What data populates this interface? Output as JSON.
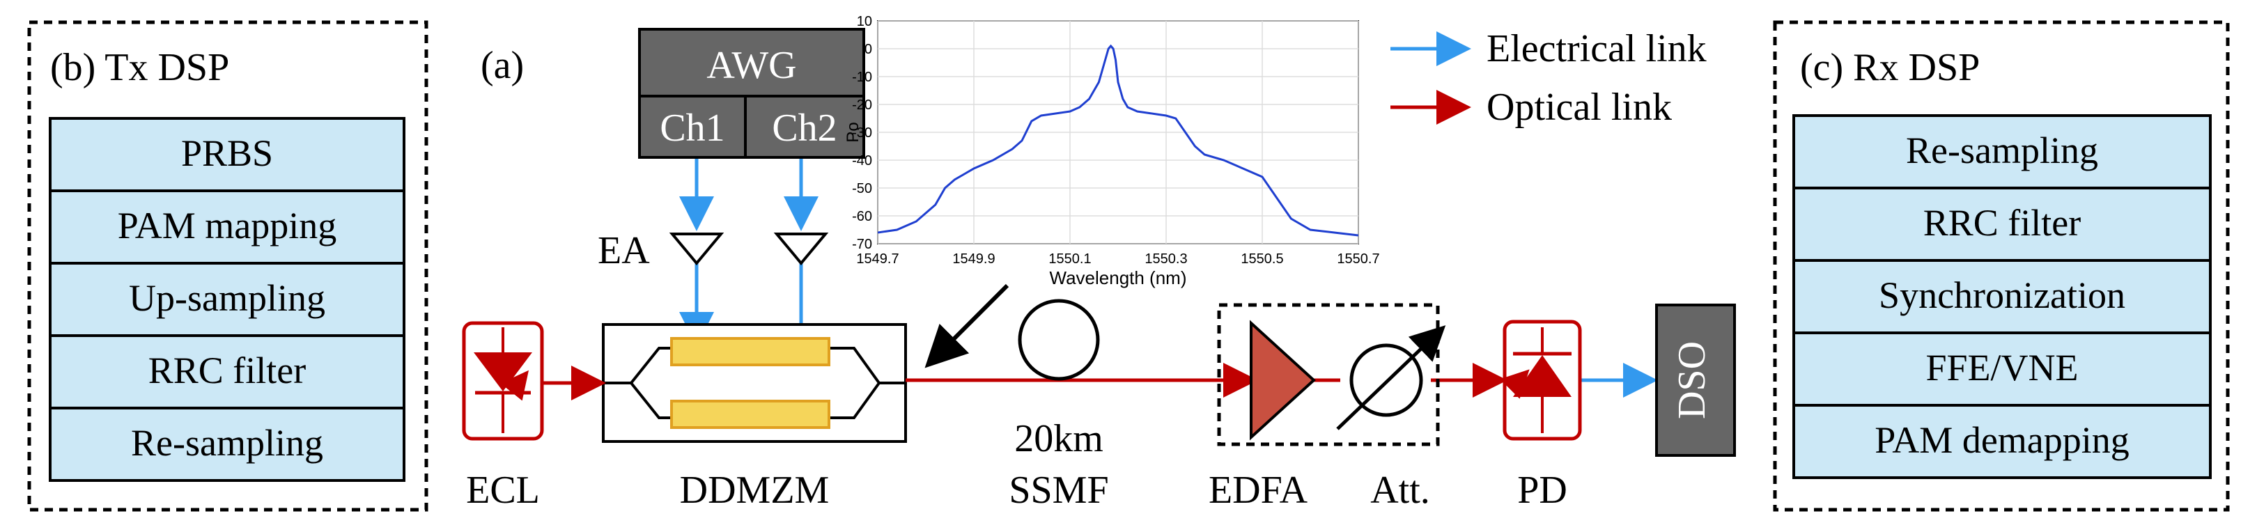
{
  "tx_dsp": {
    "title": "(b) Tx DSP",
    "blocks": [
      "PRBS",
      "PAM mapping",
      "Up-sampling",
      "RRC filter",
      "Re-sampling"
    ]
  },
  "rx_dsp": {
    "title": "(c) Rx DSP",
    "blocks": [
      "Re-sampling",
      "RRC filter",
      "Synchronization",
      "FFE/VNE",
      "PAM demapping"
    ]
  },
  "setup": {
    "panel_label": "(a)",
    "awg": "AWG",
    "ch1": "Ch1",
    "ch2": "Ch2",
    "ea": "EA",
    "ecl": "ECL",
    "ddmzm": "DDMZM",
    "fiber_length": "20km",
    "fiber_type": "SSMF",
    "edfa": "EDFA",
    "att": "Att.",
    "pd": "PD",
    "dso": "DSO"
  },
  "legend": {
    "electrical": "Electrical link",
    "optical": "Optical link",
    "electrical_color": "#3399ee",
    "optical_color": "#c00000"
  },
  "colors": {
    "dsp_block_fill": "#cce8f6",
    "awg_fill": "#666666",
    "mzm_arm_fill": "#f5d55a",
    "edfa_fill": "#c85040",
    "spectrum_line": "#1f3fd0"
  },
  "chart_data": {
    "type": "line",
    "title": "",
    "xlabel": "Wavelength (nm)",
    "ylabel": "Po",
    "xlim": [
      1549.7,
      1550.7
    ],
    "ylim": [
      -70,
      10
    ],
    "xticks": [
      "1549.7",
      "1549.9",
      "1550.1",
      "1550.3",
      "1550.5",
      "1550.7"
    ],
    "yticks": [
      "10",
      "0",
      "-10",
      "-20",
      "-30",
      "-40",
      "-50",
      "-60",
      "-70"
    ],
    "grid": true,
    "series": [
      {
        "x": [
          1549.7,
          1549.74,
          1549.78,
          1549.82,
          1549.84,
          1549.86,
          1549.88,
          1549.9,
          1549.94,
          1549.98,
          1550.0,
          1550.02,
          1550.04,
          1550.06,
          1550.08,
          1550.1,
          1550.12,
          1550.14,
          1550.16,
          1550.17,
          1550.18,
          1550.185,
          1550.19,
          1550.195,
          1550.2,
          1550.21,
          1550.22,
          1550.24,
          1550.26,
          1550.28,
          1550.3,
          1550.32,
          1550.34,
          1550.36,
          1550.38,
          1550.42,
          1550.46,
          1550.5,
          1550.52,
          1550.54,
          1550.56,
          1550.6,
          1550.65,
          1550.7
        ],
        "y": [
          -66,
          -65,
          -62,
          -56,
          -50,
          -47,
          -45,
          -43,
          -40,
          -36,
          -33,
          -26,
          -24,
          -23.5,
          -23,
          -22.5,
          -21,
          -18,
          -12,
          -6,
          0,
          1,
          0,
          -4,
          -12,
          -18,
          -21,
          -22.5,
          -23,
          -23.5,
          -24,
          -25,
          -30,
          -35,
          -38,
          -40,
          -43,
          -46,
          -51,
          -56,
          -61,
          -65,
          -66,
          -67
        ]
      }
    ]
  }
}
